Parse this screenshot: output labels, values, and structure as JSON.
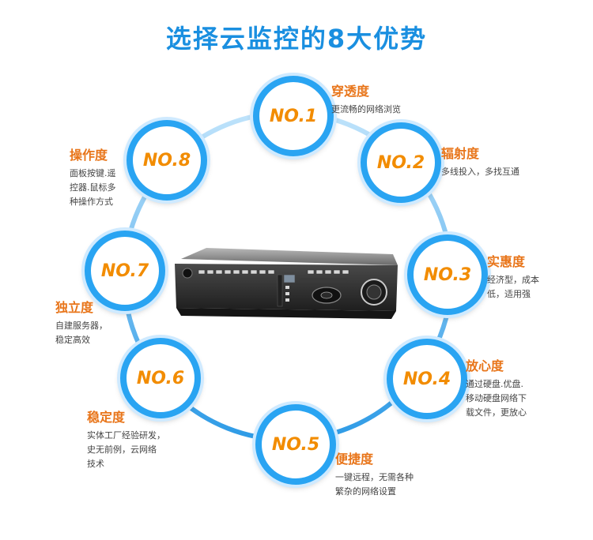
{
  "title": "选择云监控的8大优势",
  "colors": {
    "title": "#1a8fe0",
    "ring": "#29a4f2",
    "number": "#f28c00",
    "heading": "#e8751a"
  },
  "advantages": [
    {
      "no": "NO.1",
      "heading": "穿透度",
      "desc": [
        "更流畅的网络浏览"
      ]
    },
    {
      "no": "NO.2",
      "heading": "辐射度",
      "desc": [
        "多线投入，多找互通"
      ]
    },
    {
      "no": "NO.3",
      "heading": "实惠度",
      "desc": [
        "经济型，成本",
        "低，适用强"
      ]
    },
    {
      "no": "NO.4",
      "heading": "放心度",
      "desc": [
        "通过硬盘.优盘.",
        "移动硬盘网络下",
        "载文件，更放心"
      ]
    },
    {
      "no": "NO.5",
      "heading": "便捷度",
      "desc": [
        "一键远程，无需各种",
        "繁杂的网络设置"
      ]
    },
    {
      "no": "NO.6",
      "heading": "稳定度",
      "desc": [
        "实体工厂经验研发，",
        "史无前例，云网络",
        "技术"
      ]
    },
    {
      "no": "NO.7",
      "heading": "独立度",
      "desc": [
        "自建服务器，",
        "稳定高效"
      ]
    },
    {
      "no": "NO.8",
      "heading": "操作度",
      "desc": [
        "面板按键.遥",
        "控器.鼠标多",
        "种操作方式"
      ]
    }
  ]
}
